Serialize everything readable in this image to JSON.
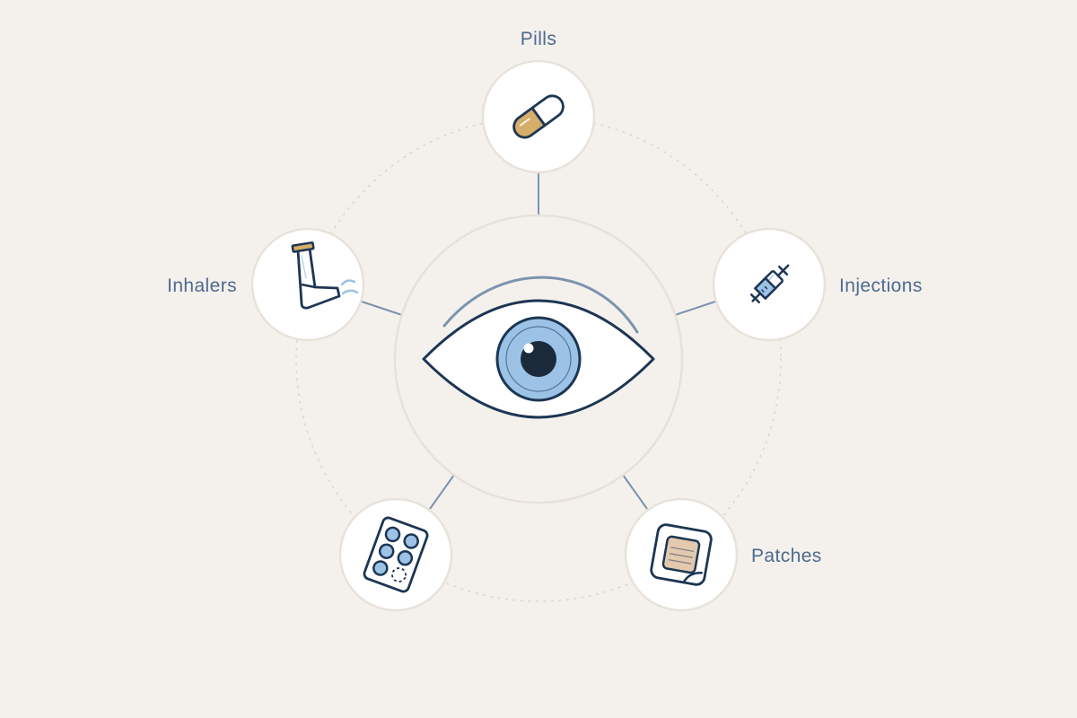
{
  "colors": {
    "background": "#f4f1ed",
    "node_fill": "#ffffff",
    "node_ring": "#e7e2da",
    "center_ring": "#e6e1da",
    "orbit_dots": "#dcd6cd",
    "connector": "#7d93ad",
    "label": "#4e6a8e",
    "outline": "#1c3654",
    "iris": "#9cc3e6",
    "pupil": "#1b2a3b",
    "capsule_tan": "#d6ad6a",
    "patch_tan": "#e3c9ad",
    "inhaler_mist": "#9cc3e6"
  },
  "center": {
    "icon": "eye-icon"
  },
  "nodes": [
    {
      "id": "pills",
      "label": "Pills",
      "icon": "capsule-icon"
    },
    {
      "id": "injections",
      "label": "Injections",
      "icon": "syringe-icon"
    },
    {
      "id": "patches",
      "label": "Patches",
      "icon": "patch-icon"
    },
    {
      "id": "tablets",
      "label": "",
      "icon": "blister-pack-icon"
    },
    {
      "id": "inhalers",
      "label": "Inhalers",
      "icon": "inhaler-icon"
    }
  ]
}
